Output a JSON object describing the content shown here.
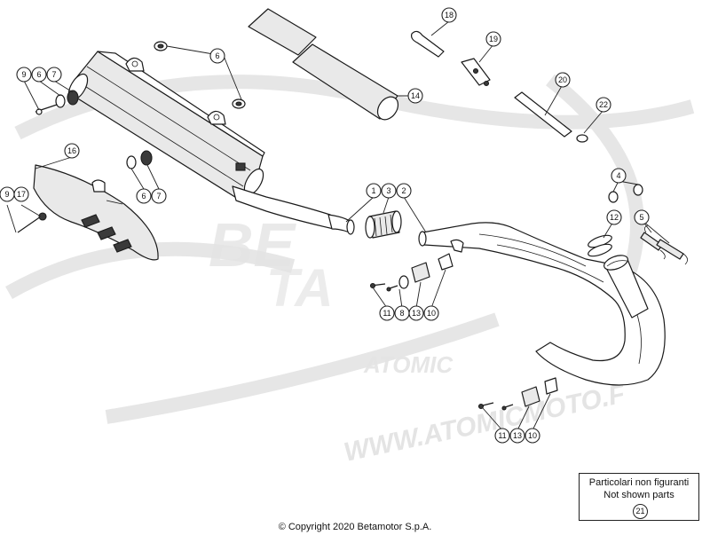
{
  "legend": {
    "line1": "Particolari non figuranti",
    "line2": "Not shown parts",
    "ref": "21"
  },
  "copyright": "© Copyright 2020 Betamotor S.p.A.",
  "watermark": "WWW.ATOMICMOTO.F",
  "colors": {
    "line": "#1a1a1a",
    "watermark": "#e4e4e4",
    "background": "#ffffff"
  },
  "callouts": {
    "c1": "1",
    "c2": "2",
    "c3": "3",
    "c4": "4",
    "c5": "5",
    "c6a": "6",
    "c6b": "6",
    "c6c": "6",
    "c7a": "7",
    "c7b": "7",
    "c8": "8",
    "c9a": "9",
    "c9b": "9",
    "c10a": "10",
    "c10b": "10",
    "c11a": "11",
    "c11b": "11",
    "c12": "12",
    "c13a": "13",
    "c13b": "13",
    "c14": "14",
    "c16": "16",
    "c17": "17",
    "c18": "18",
    "c19": "19",
    "c20": "20",
    "c22": "22"
  }
}
